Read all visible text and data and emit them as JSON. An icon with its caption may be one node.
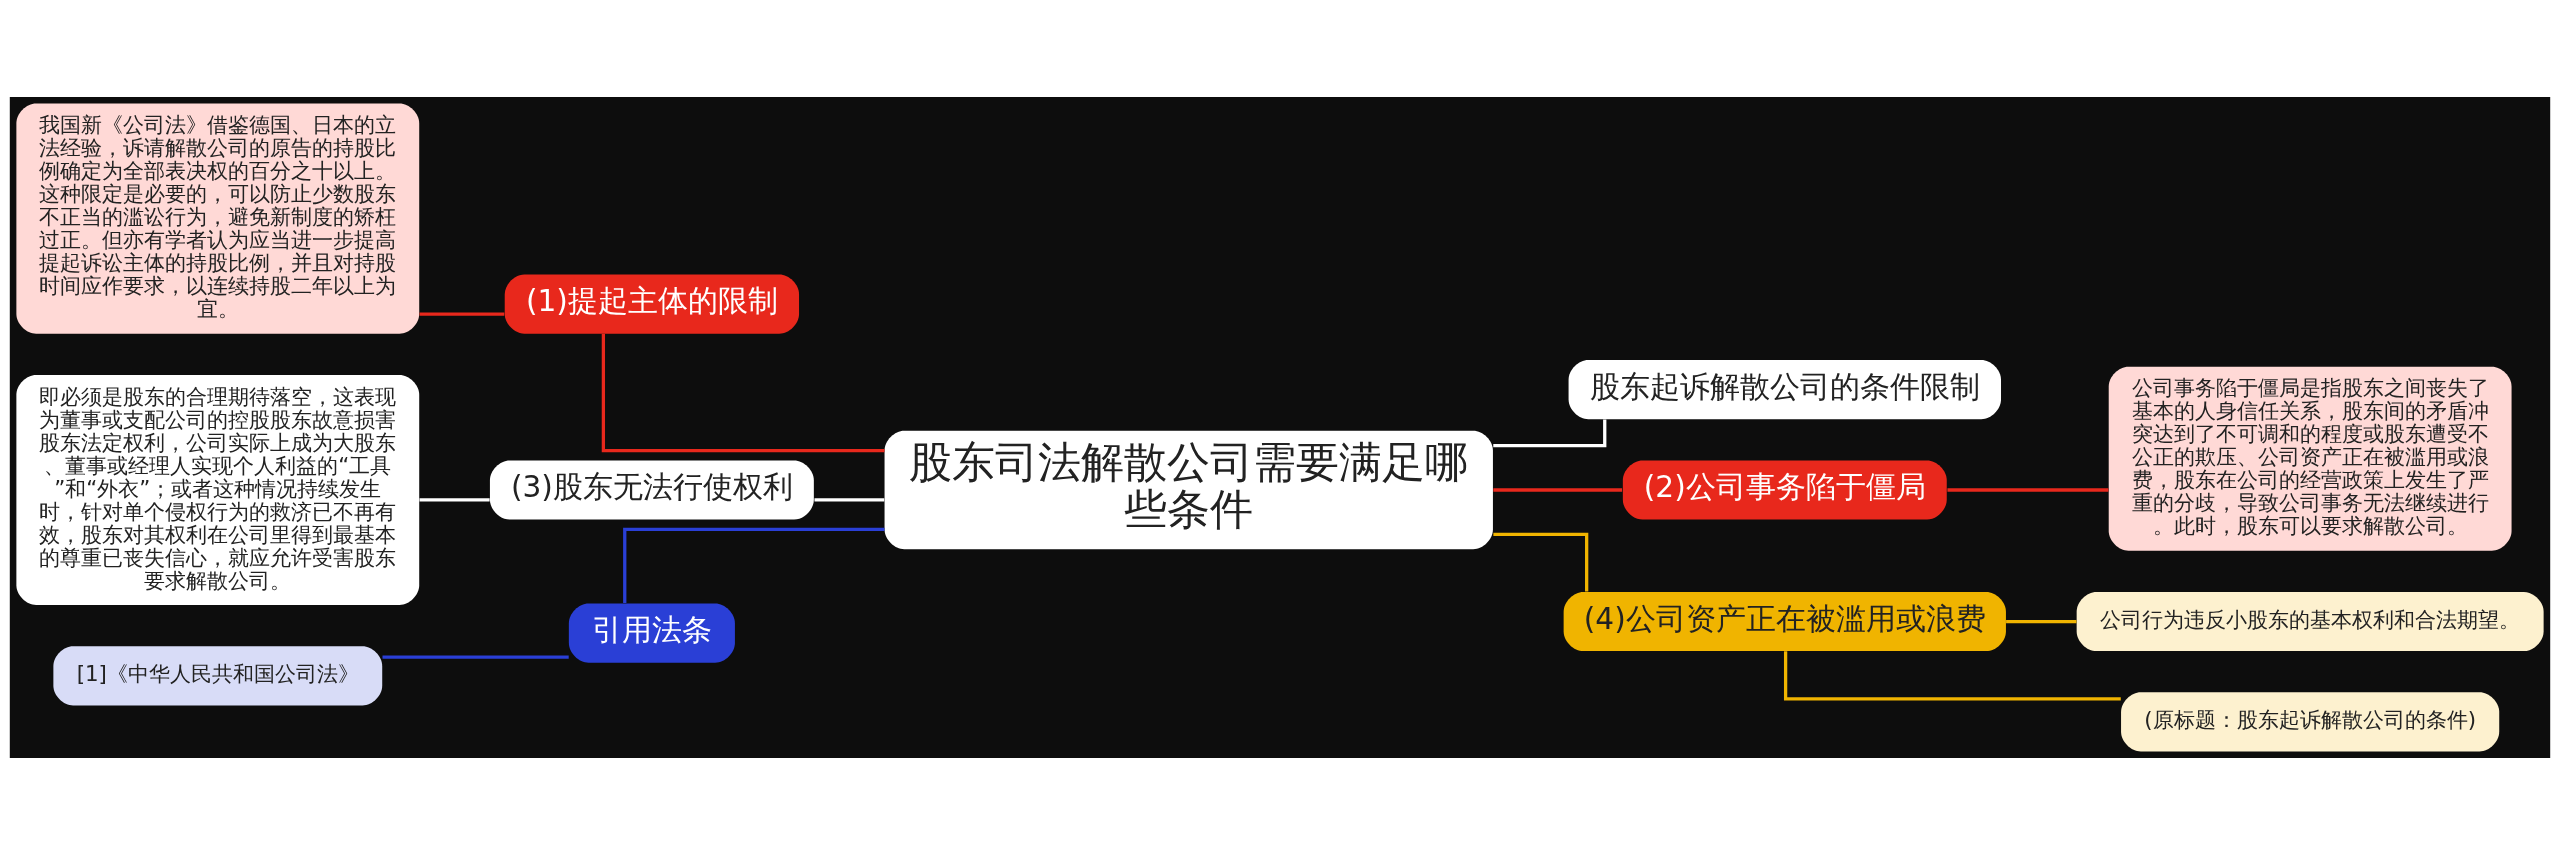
{
  "diagram": {
    "nodes": [
      {
        "text": [
          "股东司法解散公司需要满足哪些条件"
        ]
      },
      {
        "text": [
          "(1)提起主体的限制"
        ]
      },
      {
        "text": [
          "我国新《公司法》借鉴德国、日本的立法经验，诉请解散公司的原告的持股比例确定为全部表决权的百分之十以上。这种限定是必要的，可以防止少数股东不正当的滥讼行为，避免新制度的矫枉过正。但亦有学者认为应当进一步提高提起诉讼主体的持股比例，并且对持股时间应作要求，以连续持股二年以上为宜。"
        ]
      },
      {
        "text": [
          "(3)股东无法行使权利"
        ]
      },
      {
        "text": [
          "即必须是股东的合理期待落空，这表现为董事或支配公司的控股股东故意损害股东法定权利，公司实际上成为大股东、董事或经理人实现个人利益的“工具”和“外衣”；或者这种情况持续发生时，针对单个侵权行为的救济已不再有效，股东对其权利在公司里得到最基本的尊重已丧失信心，就应允许受害股东要求解散公司。"
        ]
      },
      {
        "text": [
          "引用法条"
        ]
      },
      {
        "text": [
          "[1]《中华人民共和国公司法》"
        ]
      },
      {
        "text": [
          "股东起诉解散公司的条件限制"
        ]
      },
      {
        "text": [
          "(2)公司事务陷于僵局"
        ]
      },
      {
        "text": [
          "公司事务陷于僵局是指股东之间丧失了基本的人身信任关系，股东间的矛盾冲突达到了不可调和的程度或股东遭受不公正的欺压、公司资产正在被滥用或浪费，股东在公司的经营政策上发生了严重的分歧，导致公司事务无法继续进行。此时，股东可以要求解散公司。"
        ]
      },
      {
        "text": [
          "(4)公司资产正在被滥用或浪费"
        ]
      },
      {
        "text": [
          "公司行为违反小股东的基本权利和合法期望。"
        ]
      },
      {
        "text": [
          "(原标题：股东起诉解散公司的条件)"
        ]
      }
    ],
    "edges": [
      {
        "from": 0,
        "to": 1,
        "arrow": "none",
        "color": "#e8281c"
      },
      {
        "from": 1,
        "to": 2,
        "arrow": "none",
        "color": "#e8281c"
      },
      {
        "from": 0,
        "to": 3,
        "arrow": "none",
        "color": "#ffffff"
      },
      {
        "from": 3,
        "to": 4,
        "arrow": "none",
        "color": "#ffffff"
      },
      {
        "from": 0,
        "to": 5,
        "arrow": "none",
        "color": "#2a3fd6"
      },
      {
        "from": 5,
        "to": 6,
        "arrow": "none",
        "color": "#2a3fd6"
      },
      {
        "from": 0,
        "to": 7,
        "arrow": "none",
        "color": "#ffffff"
      },
      {
        "from": 0,
        "to": 8,
        "arrow": "none",
        "color": "#e8281c"
      },
      {
        "from": 8,
        "to": 9,
        "arrow": "none",
        "color": "#e8281c"
      },
      {
        "from": 0,
        "to": 10,
        "arrow": "none",
        "color": "#f0b400"
      },
      {
        "from": 10,
        "to": 11,
        "arrow": "none",
        "color": "#f0b400"
      },
      {
        "from": 10,
        "to": 12,
        "arrow": "none",
        "color": "#f0b400"
      }
    ]
  }
}
